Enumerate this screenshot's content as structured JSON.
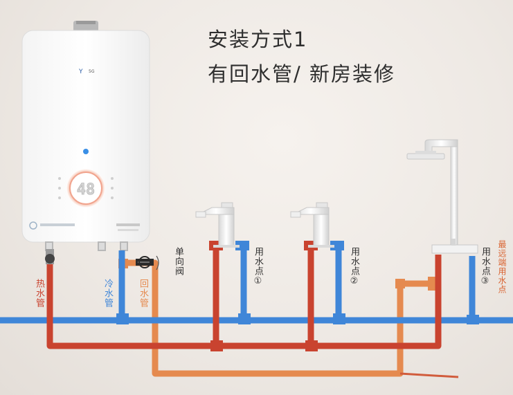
{
  "title": {
    "line1": "安装方式1",
    "line2": "有回水管/ 新房装修"
  },
  "heater": {
    "brand": "5G",
    "display_value": "48"
  },
  "labels": {
    "hot_pipe": "热水管",
    "cold_pipe": "冷水管",
    "return_pipe": "回水管",
    "check_valve": "单向阀",
    "point1": "用水点①",
    "point2": "用水点②",
    "point3": "用水点③",
    "farthest_point": "最远端用水点"
  },
  "colors": {
    "hot": "#c9432f",
    "cold": "#3f86d8",
    "return": "#e58a4f",
    "valve": "#2a2a2a"
  }
}
